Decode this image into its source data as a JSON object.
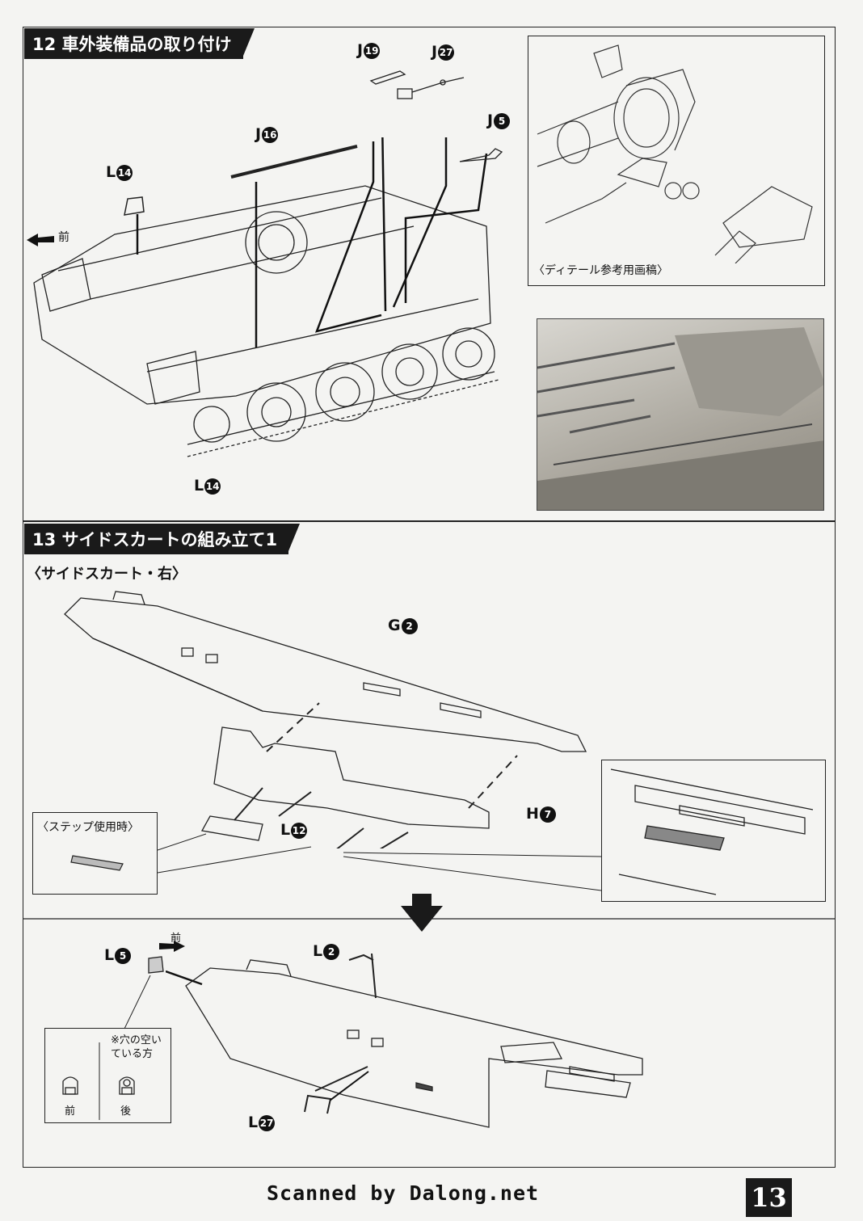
{
  "step12": {
    "title": "12 車外装備品の取り付け",
    "labels": {
      "j19": "J",
      "j19n": "19",
      "j27": "J",
      "j27n": "27",
      "j16": "J",
      "j16n": "16",
      "j5": "J",
      "j5n": "5",
      "l14a": "L",
      "l14an": "14",
      "l14b": "L",
      "l14bn": "14"
    },
    "front": "前",
    "detail_caption": "〈ディテール参考用画稿〉"
  },
  "step13": {
    "title": "13 サイドスカートの組み立て1",
    "subtitle": "〈サイドスカート・右〉",
    "labels": {
      "g2": "G",
      "g2n": "2",
      "h7": "H",
      "h7n": "7",
      "l12": "L",
      "l12n": "12",
      "l5": "L",
      "l5n": "5",
      "l2": "L",
      "l2n": "2",
      "l27": "L",
      "l27n": "27"
    },
    "step_use": "〈ステップ使用時〉",
    "front": "前",
    "note": "※穴の空いている方",
    "note_front": "前",
    "note_rear": "後"
  },
  "footer": {
    "scan_credit": "Scanned by Dalong.net",
    "page_number": "13"
  }
}
